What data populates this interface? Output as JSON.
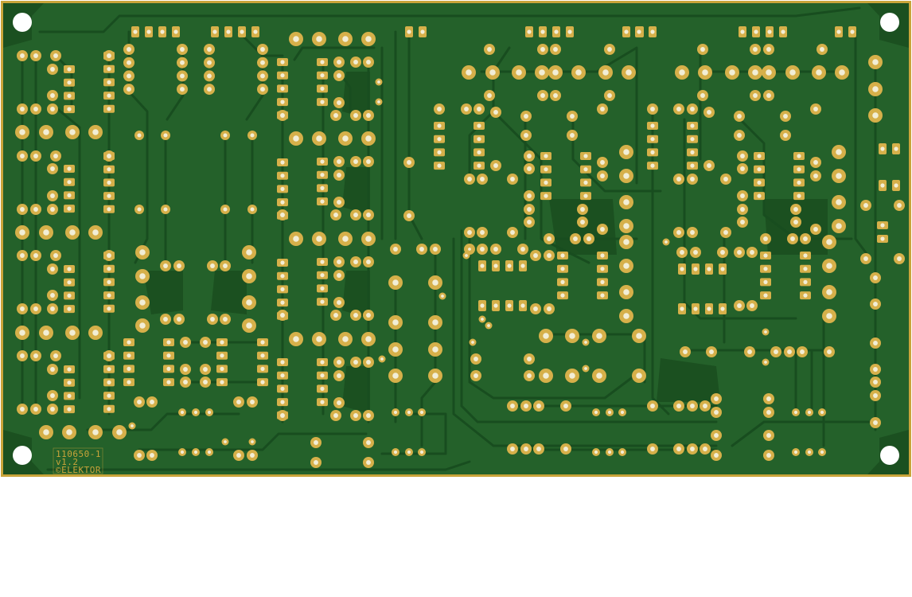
{
  "board": {
    "silkscreen": [
      "110650-1",
      "v1.2",
      "©ELEKTOR"
    ],
    "colors": {
      "soldermask": "#24612a",
      "copper_trace": "#184d1f",
      "pad_gold": "#d6b04a",
      "drill_hole": "#f2eed6",
      "board_edge": "#c9a43a",
      "background": "#ffffff"
    },
    "mounting_hole_icon": "mounting-hole-icon"
  }
}
